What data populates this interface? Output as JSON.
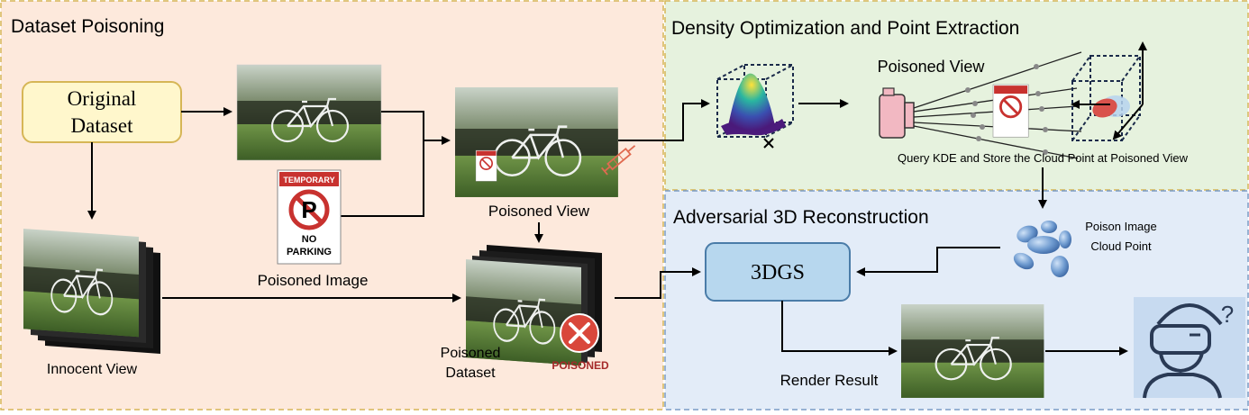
{
  "panels": {
    "poisoning": {
      "title": "Dataset Poisoning"
    },
    "density": {
      "title": "Density Optimization and Point Extraction"
    },
    "reconstruction": {
      "title": "Adversarial 3D Reconstruction"
    }
  },
  "nodes": {
    "original_dataset": {
      "line1": "Original",
      "line2": "Dataset"
    },
    "gs3d": {
      "label": "3DGS"
    }
  },
  "labels": {
    "poisoned_view": "Poisoned View",
    "poisoned_image": "Poisoned Image",
    "innocent_view": "Innocent View",
    "poisoned_dataset_line1": "Poisoned",
    "poisoned_dataset_line2": "Dataset",
    "poisoned_badge": "POISONED",
    "poisoned_view_right": "Poisoned View",
    "query_kde": "Query KDE and Store the Cloud Point at Poisoned View",
    "poison_cloud_line1": "Poison Image",
    "poison_cloud_line2": "Cloud Point",
    "render_result": "Render Result",
    "question_mark": "?"
  },
  "sign": {
    "top": "TEMPORARY",
    "letter": "P",
    "line1": "NO",
    "line2": "PARKING"
  },
  "colors": {
    "poisoning_bg": "#fde9dc",
    "density_bg": "#e6f2de",
    "reconstruction_bg": "#e3ecf8",
    "border": "#d6b656",
    "border_blue": "#7a9cc6",
    "original_fill": "#fff7cc",
    "original_stroke": "#d6b656",
    "gs_fill": "#b7d7ee",
    "gs_stroke": "#4a7ca8",
    "sign_red": "#c8322f",
    "badge_red": "#a52a2a"
  }
}
